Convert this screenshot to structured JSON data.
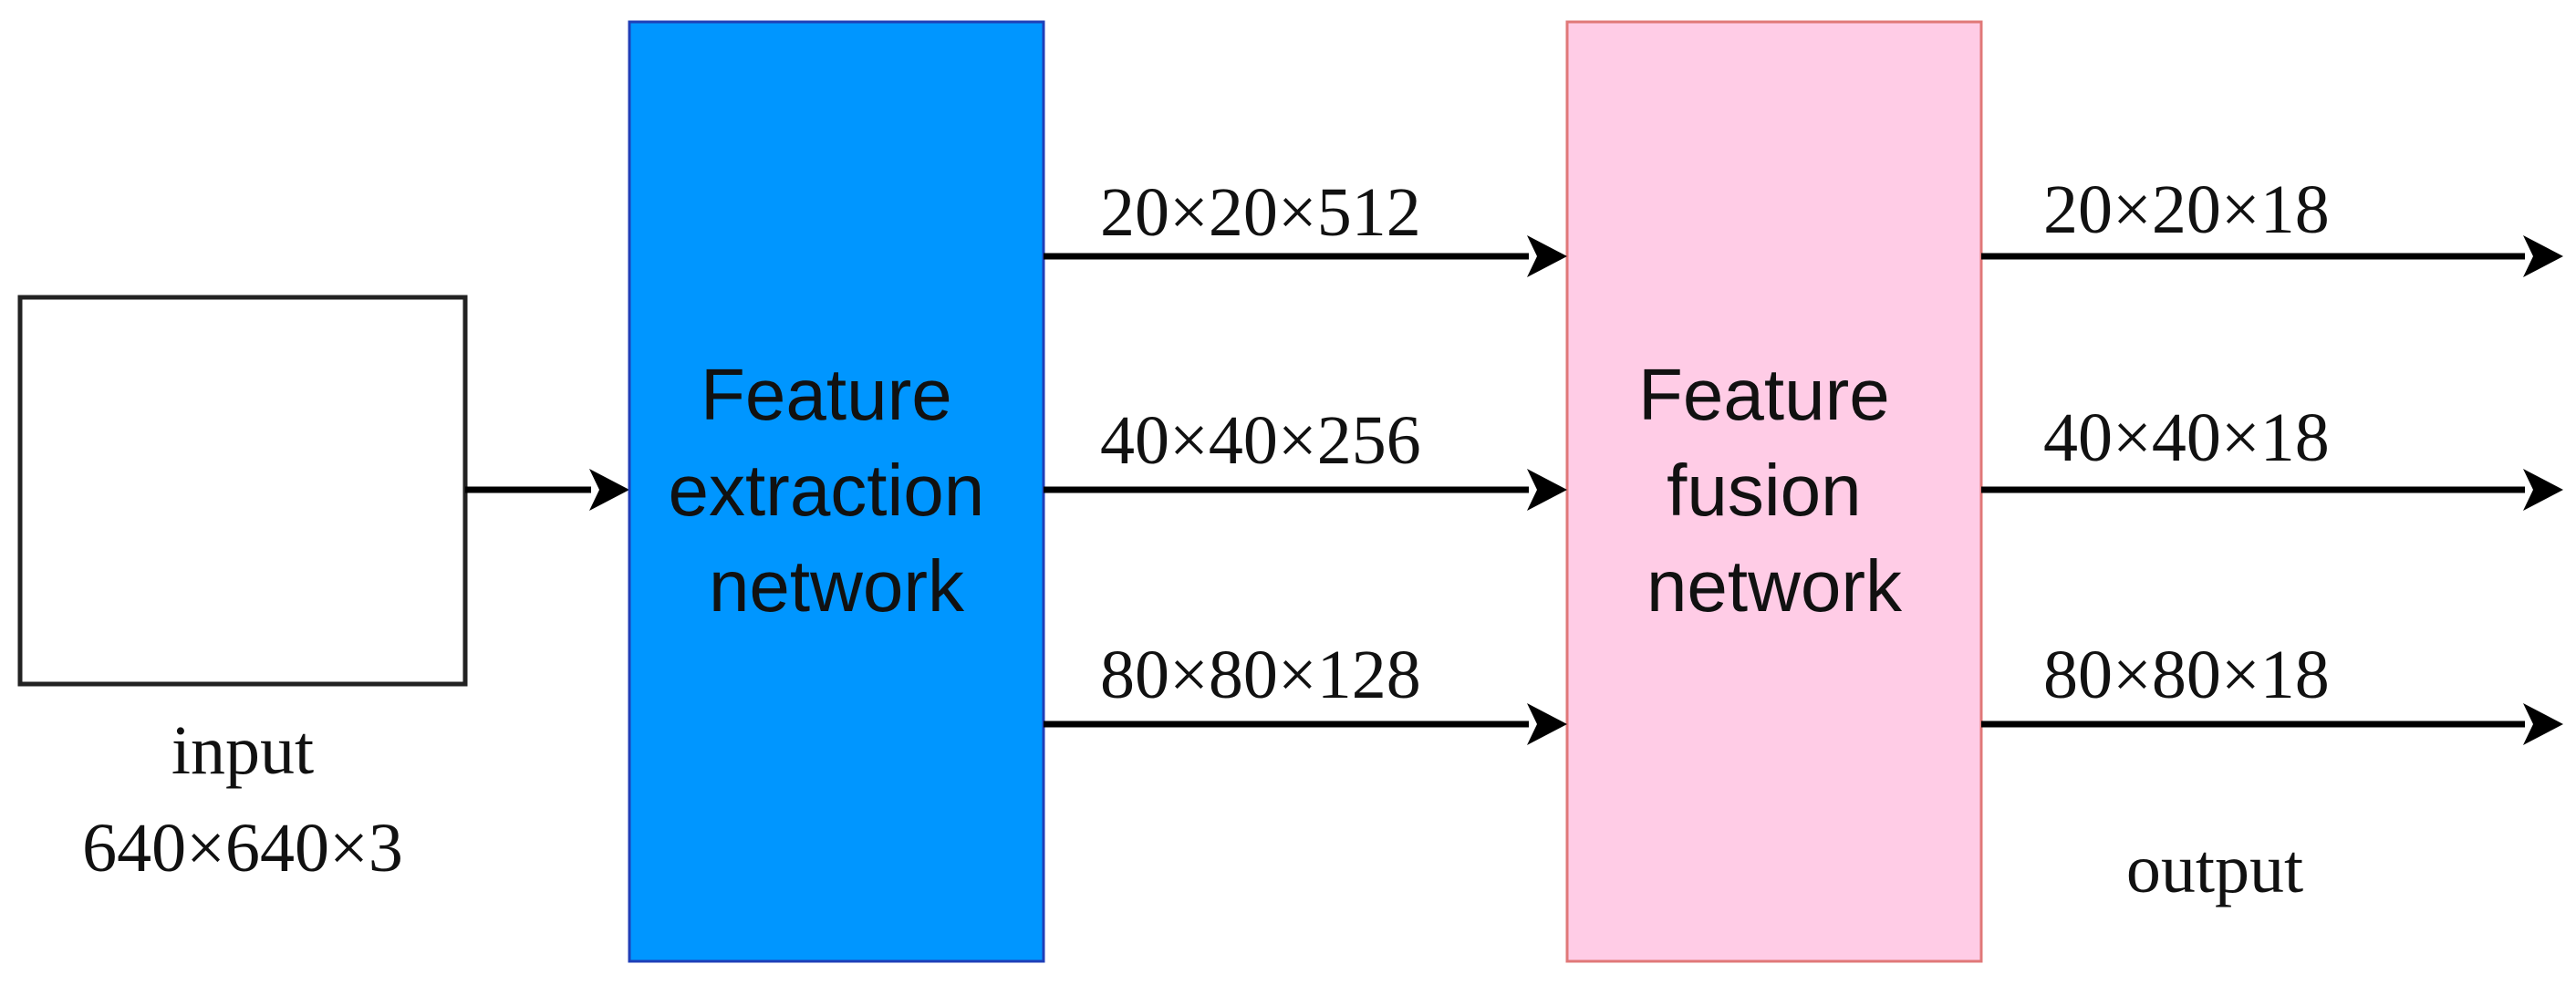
{
  "input": {
    "label": "input",
    "size": "640×640×3"
  },
  "extraction": {
    "lines": [
      "Feature",
      "extraction",
      "network"
    ],
    "fill": "#0096ff",
    "stroke": "#1f3fb8"
  },
  "fusion": {
    "lines": [
      "Feature",
      "fusion",
      "network"
    ],
    "fill": "#ffcce6",
    "stroke": "#e07878"
  },
  "features": [
    {
      "label": "20×20×512"
    },
    {
      "label": "40×40×256"
    },
    {
      "label": "80×80×128"
    }
  ],
  "outputs": [
    {
      "label": "20×20×18"
    },
    {
      "label": "40×40×18"
    },
    {
      "label": "80×80×18"
    }
  ],
  "output_label": "output"
}
